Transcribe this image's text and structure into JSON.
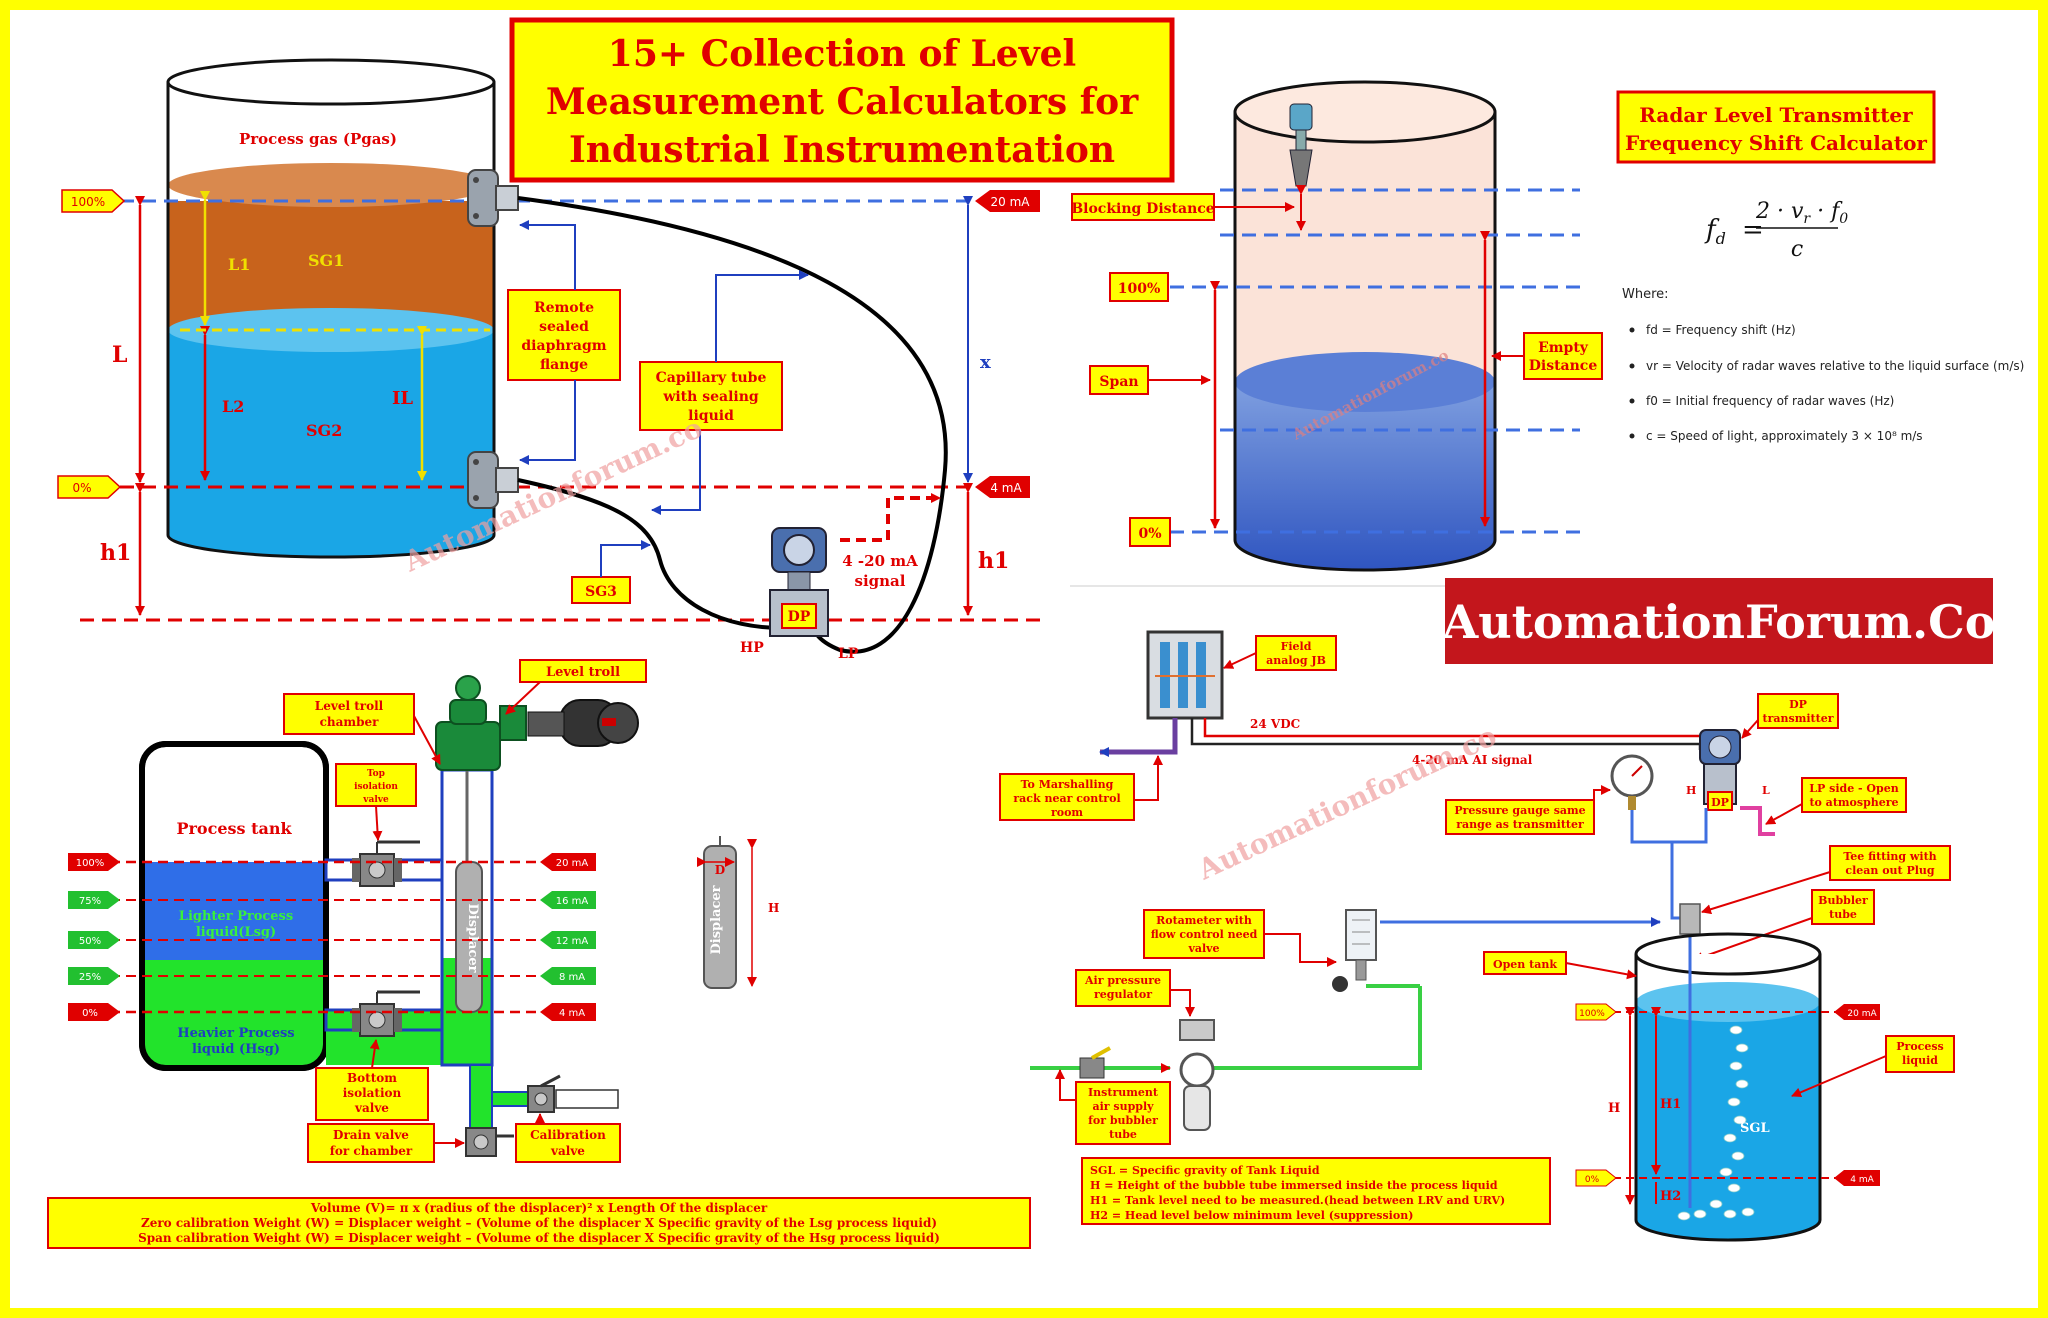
{
  "title": {
    "line1": "15+ Collection of Level",
    "line2": "Measurement Calculators for",
    "line3": "Industrial Instrumentation"
  },
  "dp_panel": {
    "process_gas": "Process gas (Pgas)",
    "l1": "L1",
    "sg1": "SG1",
    "l": "L",
    "l2": "L2",
    "sg2": "SG2",
    "il": "IL",
    "h1_left": "h1",
    "h1_right": "h1",
    "x": "x",
    "pct100": "100%",
    "pct0": "0%",
    "ma20": "20 mA",
    "ma4": "4 mA",
    "remote_seal": [
      "Remote",
      "sealed",
      "diaphragm",
      "flange"
    ],
    "capillary": [
      "Capillary tube",
      "with sealing",
      "liquid"
    ],
    "sg3": "SG3",
    "signal": [
      "4 -20 mA",
      "signal"
    ],
    "dp": "DP",
    "hp": "HP",
    "lp": "LP"
  },
  "radar_panel": {
    "title_line1": "Radar Level Transmitter",
    "title_line2": "Frequency Shift Calculator",
    "blocking": "Blocking Distance",
    "pct100": "100%",
    "span": "Span",
    "pct0": "0%",
    "empty": [
      "Empty",
      "Distance"
    ],
    "formula_lhs": "f",
    "formula_sub": "d",
    "formula_num": "2 · v",
    "formula_num_sub": "r",
    "formula_num_end": " · f",
    "formula_num_end_sub": "0",
    "formula_den": "c",
    "where": "Where:",
    "defs": [
      "fd = Frequency shift (Hz)",
      "vr = Velocity of radar waves relative to the liquid surface (m/s)",
      "f0 = Initial frequency of radar waves (Hz)",
      "c = Speed of light, approximately 3 × 10⁸ m/s"
    ],
    "watermark": "Automationforum.co"
  },
  "brand": "AutomationForum.Co",
  "displacer_panel": {
    "level_troll": "Level troll",
    "chamber": [
      "Level troll",
      "chamber"
    ],
    "top_valve": [
      "Top",
      "isolation",
      "valve"
    ],
    "process_tank": "Process tank",
    "pcts": [
      "100%",
      "75%",
      "50%",
      "25%",
      "0%"
    ],
    "mas": [
      "20 mA",
      "16 mA",
      "12 mA",
      "8 mA",
      "4 mA"
    ],
    "lighter": [
      "Lighter Process",
      "liquid(Lsg)"
    ],
    "heavier": [
      "Heavier Process",
      "liquid (Hsg)"
    ],
    "displacer": "Displacer",
    "d": "D",
    "h": "H",
    "bottom_valve": [
      "Bottom",
      "isolation",
      "valve"
    ],
    "drain": [
      "Drain valve",
      "for chamber"
    ],
    "calibration": [
      "Calibration",
      "valve"
    ],
    "formulas": [
      "Volume (V)= π x  (radius of the displacer)² x Length Of the displacer",
      "Zero calibration Weight (W) = Displacer weight – (Volume of the displacer X Specific gravity of the Lsg process  liquid)",
      "Span calibration Weight (W) = Displacer weight – (Volume of the displacer X Specific gravity of the Hsg process  liquid)"
    ]
  },
  "bubbler_panel": {
    "field_jb": [
      "Field",
      "analog JB"
    ],
    "vdc": "24 VDC",
    "ai_signal": "4-20 mA AI signal",
    "marshalling": [
      "To Marshalling",
      "rack near control",
      "room"
    ],
    "dp_tx": [
      "DP",
      "transmitter"
    ],
    "gauge": [
      "Pressure gauge same",
      "range as transmitter"
    ],
    "lp_open": [
      "LP side - Open",
      "to atmosphere"
    ],
    "h": "H",
    "l": "L",
    "dp": "DP",
    "tee": [
      "Tee fitting with",
      "clean out Plug"
    ],
    "bubbler_tube": [
      "Bubbler",
      "tube"
    ],
    "rotameter": [
      "Rotameter with",
      "flow control need",
      "valve"
    ],
    "open_tank": "Open tank",
    "air_reg": [
      "Air pressure",
      "regulator"
    ],
    "instrument_air": [
      "Instrument",
      "air supply",
      "for bubbler",
      "tube"
    ],
    "process_liquid": [
      "Process",
      "liquid"
    ],
    "pct100": "100%",
    "pct0": "0%",
    "ma20": "20 mA",
    "ma4": "4 mA",
    "H": "H",
    "H1": "H1",
    "H2": "H2",
    "SGL": "SGL",
    "legend": [
      "SGL = Specific gravity of Tank Liquid",
      "H = Height of the bubble tube immersed inside the process liquid",
      "H1 = Tank level need to be measured.(head between LRV and URV)",
      "H2 = Head level below minimum level (suppression)"
    ],
    "watermark": "Automationforum.co"
  },
  "watermark_main": "Automationforum.co",
  "colors": {
    "frame": "#ffff00",
    "red": "#e00000",
    "blue": "#1f3fbf",
    "oil": "#c8631c",
    "water": "#1aa6e6",
    "label_fill": "#ffff00"
  }
}
